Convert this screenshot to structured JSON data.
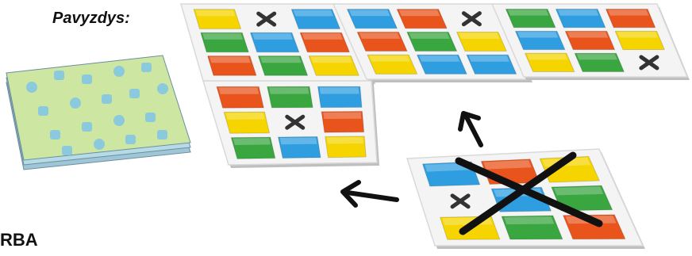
{
  "example_label": "Pavyzdys:",
  "corner_text": "RBA",
  "colors": {
    "yellow": "#f5d400",
    "red": "#e8541c",
    "blue": "#2f9ee0",
    "green": "#3aa640",
    "card_face": "#f4f4f4",
    "card_edge": "#d9d9d9",
    "deck_face": "#cde7a3",
    "deck_pattern": "#7fc4e8",
    "ink": "#111111"
  },
  "cards": [
    {
      "name": "card-top-1",
      "cells": [
        "yellow",
        "x",
        "blue",
        "green",
        "blue",
        "red",
        "red",
        "green",
        "yellow"
      ]
    },
    {
      "name": "card-top-2",
      "cells": [
        "blue",
        "red",
        "x",
        "red",
        "green",
        "yellow",
        "yellow",
        "blue",
        "blue"
      ]
    },
    {
      "name": "card-top-3",
      "cells": [
        "green",
        "blue",
        "red",
        "blue",
        "red",
        "yellow",
        "yellow",
        "green",
        "x"
      ]
    },
    {
      "name": "card-middle",
      "cells": [
        "red",
        "green",
        "blue",
        "yellow",
        "x",
        "red",
        "green",
        "blue",
        "yellow"
      ]
    },
    {
      "name": "card-crossed",
      "cells": [
        "blue",
        "red",
        "yellow",
        "x",
        "blue",
        "green",
        "yellow",
        "green",
        "red"
      ]
    }
  ]
}
